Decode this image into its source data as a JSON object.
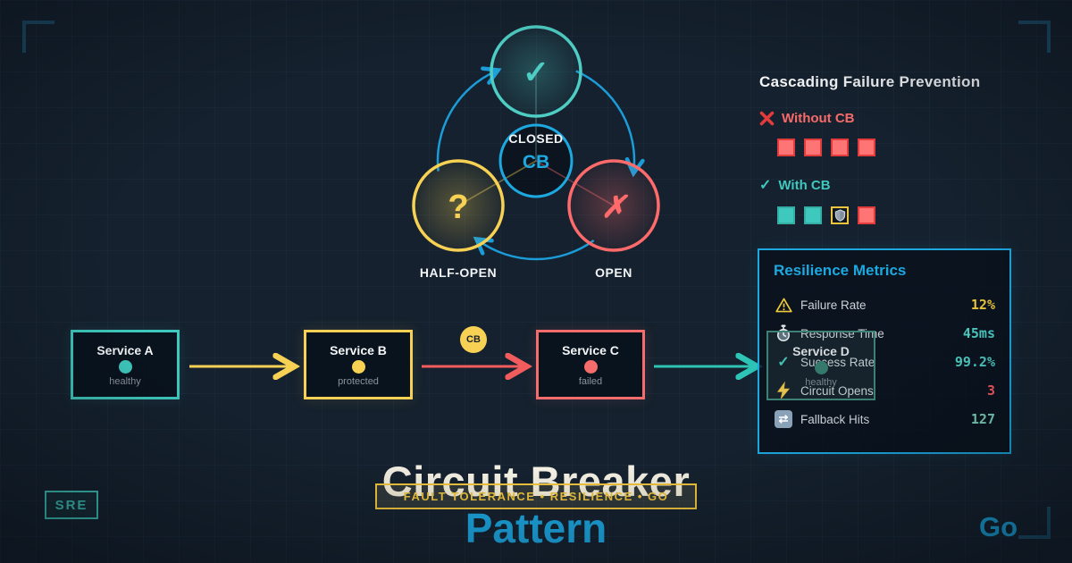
{
  "colors": {
    "background": "#15212e",
    "teal": "#3fc8bd",
    "yellow": "#f7d154",
    "red": "#f56c6c",
    "blue": "#1da8e0",
    "white_text": "#f3f5f7",
    "gray_text": "#8a939e"
  },
  "state_diagram": {
    "center_label": "CB",
    "states": [
      {
        "name": "CLOSED",
        "icon": "✓",
        "color": "#4ecdc4"
      },
      {
        "name": "HALF-OPEN",
        "icon": "?",
        "color": "#f7d154"
      },
      {
        "name": "OPEN",
        "icon": "✗",
        "color": "#ff6b6b"
      }
    ]
  },
  "cascade": {
    "title": "Cascading Failure Prevention",
    "without": {
      "icon": "cross-icon",
      "label": "Without CB",
      "squares": [
        "fail",
        "fail",
        "fail",
        "fail"
      ]
    },
    "with": {
      "icon": "check-icon",
      "label": "With CB",
      "check": "✓",
      "squares": [
        "ok",
        "ok",
        "shield",
        "fail"
      ]
    }
  },
  "metrics": {
    "title": "Resilience Metrics",
    "rows": [
      {
        "icon": "warning-icon",
        "label": "Failure Rate",
        "value": "12%",
        "value_color": "#f0c93c"
      },
      {
        "icon": "stopwatch-icon",
        "label": "Response Time",
        "value": "45ms",
        "value_color": "#4ecdc4"
      },
      {
        "icon": "check-icon",
        "label": "Success Rate",
        "value": "99.2%",
        "value_color": "#4ecdc4",
        "check": "✓"
      },
      {
        "icon": "lightning-icon",
        "label": "Circuit Opens",
        "value": "3",
        "value_color": "#ff5a5f"
      },
      {
        "icon": "fallback-icon",
        "label": "Fallback Hits",
        "value": "127",
        "value_color": "#7fd8c0",
        "glyph": "⇄"
      }
    ]
  },
  "services": [
    {
      "name": "Service A",
      "status": "healthy",
      "color": "#3fc8bd"
    },
    {
      "name": "Service B",
      "status": "protected",
      "color": "#f7d154"
    },
    {
      "name": "Service C",
      "status": "failed",
      "color": "#f56c6c"
    },
    {
      "name": "Service D",
      "status": "healthy",
      "color": "#3c8174"
    }
  ],
  "cb_badge": "CB",
  "title": {
    "line1": "Circuit Breaker",
    "line2": "Pattern",
    "badge": "FAULT TOLERANCE • RESILIENCE • GO"
  },
  "sre_badge": "SRE",
  "go_logo": "Go"
}
